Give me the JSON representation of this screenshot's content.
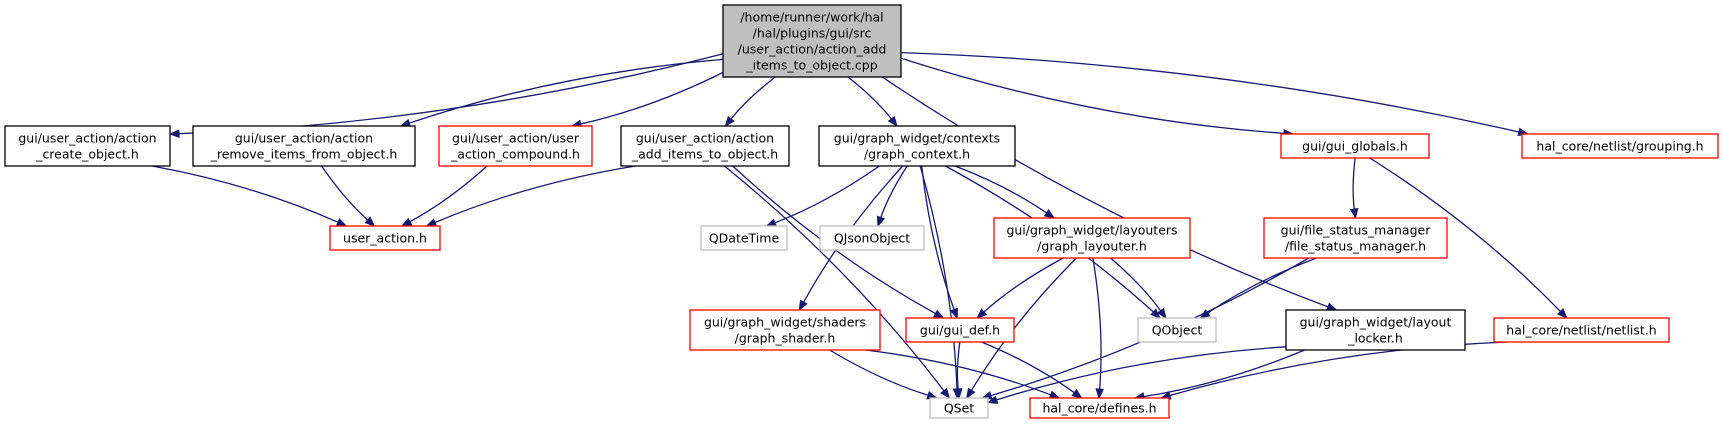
{
  "colors": {
    "edge": "#191970",
    "root_fill": "#bfbfbf",
    "border_documented": "#000000",
    "border_truncated": "#ff0000",
    "border_external": "#bfbfbf"
  },
  "nodes": [
    {
      "id": "root",
      "style": "root",
      "lines": [
        "/home/runner/work/hal",
        "/hal/plugins/gui/src",
        "/user_action/action_add",
        "_items_to_object.cpp"
      ]
    },
    {
      "id": "n_create",
      "style": "documented",
      "lines": [
        "gui/user_action/action",
        "_create_object.h"
      ]
    },
    {
      "id": "n_remove",
      "style": "documented",
      "lines": [
        "gui/user_action/action",
        "_remove_items_from_object.h"
      ]
    },
    {
      "id": "n_compound",
      "style": "truncated",
      "lines": [
        "gui/user_action/user",
        "_action_compound.h"
      ]
    },
    {
      "id": "n_additems",
      "style": "documented",
      "lines": [
        "gui/user_action/action",
        "_add_items_to_object.h"
      ]
    },
    {
      "id": "n_graphctx",
      "style": "documented",
      "lines": [
        "gui/graph_widget/contexts",
        "/graph_context.h"
      ]
    },
    {
      "id": "n_guiglobals",
      "style": "truncated",
      "lines": [
        "gui/gui_globals.h"
      ]
    },
    {
      "id": "n_grouping",
      "style": "truncated",
      "lines": [
        "hal_core/netlist/grouping.h"
      ]
    },
    {
      "id": "n_useraction",
      "style": "truncated",
      "lines": [
        "user_action.h"
      ]
    },
    {
      "id": "n_qdatetime",
      "style": "external",
      "lines": [
        "QDateTime"
      ]
    },
    {
      "id": "n_qjson",
      "style": "external",
      "lines": [
        "QJsonObject"
      ]
    },
    {
      "id": "n_layouter",
      "style": "truncated",
      "lines": [
        "gui/graph_widget/layouters",
        "/graph_layouter.h"
      ]
    },
    {
      "id": "n_fsm",
      "style": "truncated",
      "lines": [
        "gui/file_status_manager",
        "/file_status_manager.h"
      ]
    },
    {
      "id": "n_shader",
      "style": "truncated",
      "lines": [
        "gui/graph_widget/shaders",
        "/graph_shader.h"
      ]
    },
    {
      "id": "n_guidef",
      "style": "truncated",
      "lines": [
        "gui/gui_def.h"
      ]
    },
    {
      "id": "n_qobject",
      "style": "external",
      "lines": [
        "QObject"
      ]
    },
    {
      "id": "n_locker",
      "style": "documented",
      "lines": [
        "gui/graph_widget/layout",
        "_locker.h"
      ]
    },
    {
      "id": "n_netlist",
      "style": "truncated",
      "lines": [
        "hal_core/netlist/netlist.h"
      ]
    },
    {
      "id": "n_qset",
      "style": "external",
      "lines": [
        "QSet"
      ]
    },
    {
      "id": "n_defines",
      "style": "truncated",
      "lines": [
        "hal_core/defines.h"
      ]
    }
  ],
  "edges": [
    {
      "from": "root",
      "to": "n_create"
    },
    {
      "from": "root",
      "to": "n_remove"
    },
    {
      "from": "root",
      "to": "n_compound"
    },
    {
      "from": "root",
      "to": "n_additems"
    },
    {
      "from": "root",
      "to": "n_graphctx"
    },
    {
      "from": "root",
      "to": "n_guiglobals"
    },
    {
      "from": "root",
      "to": "n_grouping"
    },
    {
      "from": "root",
      "to": "n_locker"
    },
    {
      "from": "n_create",
      "to": "n_useraction"
    },
    {
      "from": "n_remove",
      "to": "n_useraction"
    },
    {
      "from": "n_compound",
      "to": "n_useraction"
    },
    {
      "from": "n_additems",
      "to": "n_useraction"
    },
    {
      "from": "n_additems",
      "to": "n_qset"
    },
    {
      "from": "n_additems",
      "to": "n_guidef"
    },
    {
      "from": "n_graphctx",
      "to": "n_qdatetime"
    },
    {
      "from": "n_graphctx",
      "to": "n_qjson"
    },
    {
      "from": "n_graphctx",
      "to": "n_layouter"
    },
    {
      "from": "n_graphctx",
      "to": "n_guidef"
    },
    {
      "from": "n_graphctx",
      "to": "n_qobject"
    },
    {
      "from": "n_graphctx",
      "to": "n_shader"
    },
    {
      "from": "n_graphctx",
      "to": "n_qset"
    },
    {
      "from": "n_guiglobals",
      "to": "n_fsm"
    },
    {
      "from": "n_guiglobals",
      "to": "n_netlist"
    },
    {
      "from": "n_layouter",
      "to": "n_guidef"
    },
    {
      "from": "n_layouter",
      "to": "n_qobject"
    },
    {
      "from": "n_layouter",
      "to": "n_qset"
    },
    {
      "from": "n_layouter",
      "to": "n_defines"
    },
    {
      "from": "n_fsm",
      "to": "n_qobject"
    },
    {
      "from": "n_fsm",
      "to": "n_qset"
    },
    {
      "from": "n_shader",
      "to": "n_qset"
    },
    {
      "from": "n_shader",
      "to": "n_defines"
    },
    {
      "from": "n_guidef",
      "to": "n_qset"
    },
    {
      "from": "n_guidef",
      "to": "n_defines"
    },
    {
      "from": "n_locker",
      "to": "n_qset"
    },
    {
      "from": "n_locker",
      "to": "n_defines"
    },
    {
      "from": "n_netlist",
      "to": "n_defines"
    }
  ]
}
